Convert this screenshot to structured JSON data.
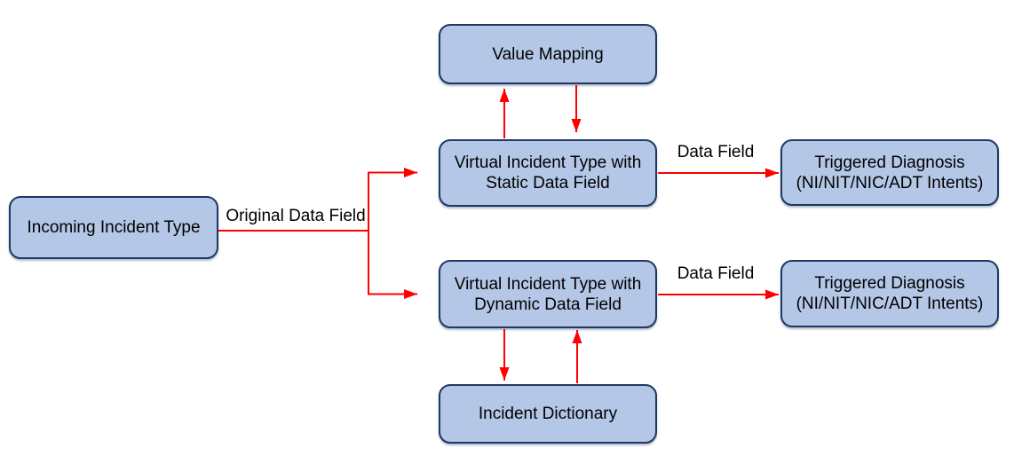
{
  "nodes": {
    "incoming": {
      "label": "Incoming Incident Type"
    },
    "value_mapping": {
      "label": "Value Mapping"
    },
    "virtual_static": {
      "line1": "Virtual Incident Type with",
      "line2": "Static Data Field"
    },
    "virtual_dynamic": {
      "line1": "Virtual Incident Type with",
      "line2": "Dynamic Data Field"
    },
    "incident_dictionary": {
      "label": "Incident Dictionary"
    },
    "triggered_diagnosis_top": {
      "line1": "Triggered Diagnosis",
      "line2": "(NI/NIT/NIC/ADT Intents)"
    },
    "triggered_diagnosis_bottom": {
      "line1": "Triggered Diagnosis",
      "line2": "(NI/NIT/NIC/ADT Intents)"
    }
  },
  "edge_labels": {
    "original_data_field": "Original Data Field",
    "data_field_static": "Data Field",
    "data_field_dynamic": "Data Field"
  },
  "colors": {
    "node_fill": "#b4c7e7",
    "node_border": "#1f3864",
    "arrow_red": "#ff0000",
    "text": "#000000",
    "background": "#ffffff"
  }
}
